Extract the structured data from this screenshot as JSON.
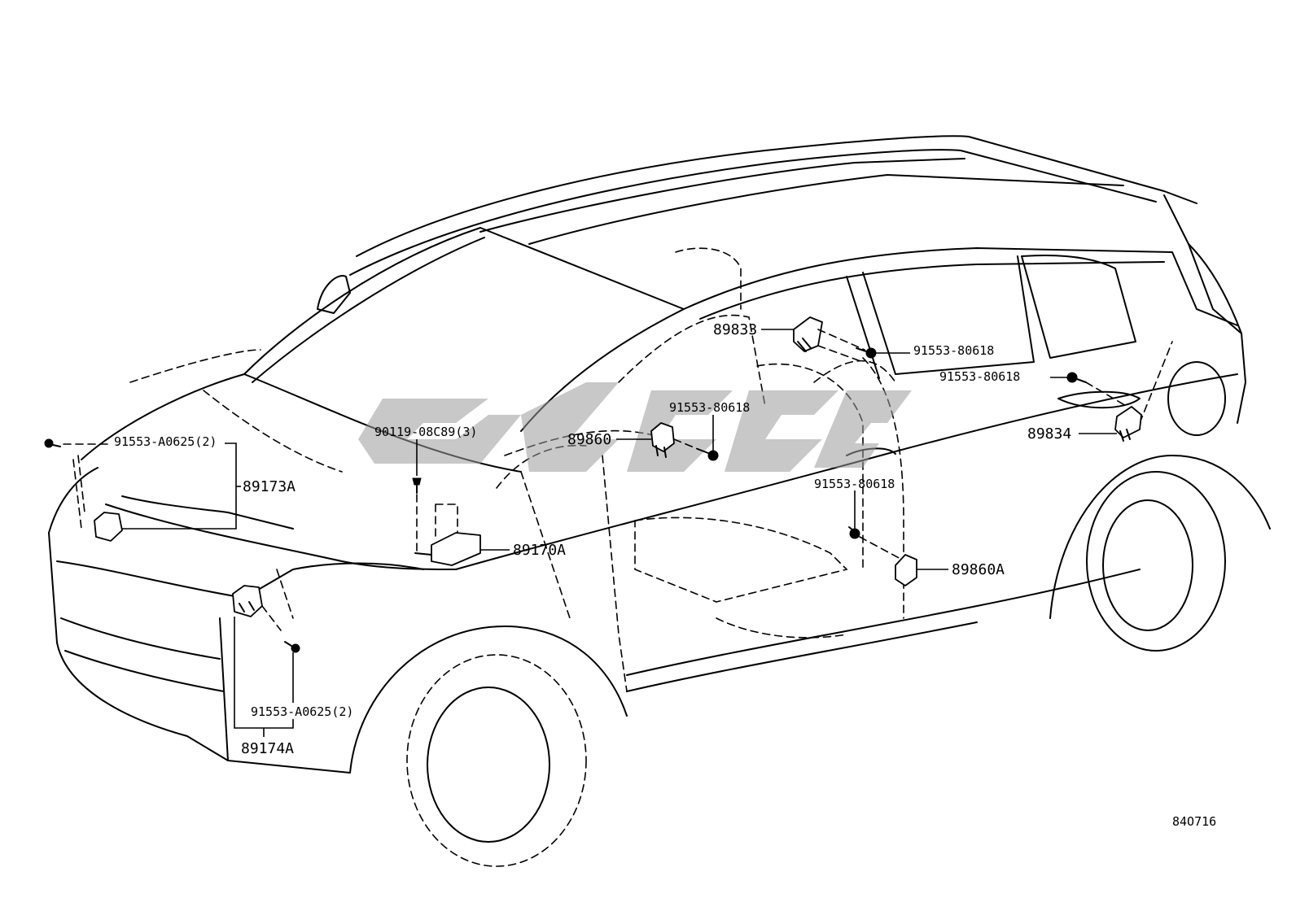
{
  "parts": {
    "p89833": "89833",
    "p89834": "89834",
    "p89860": "89860",
    "p89860A": "89860A",
    "p89170A": "89170A",
    "p89173A": "89173A",
    "p89174A": "89174A"
  },
  "fasteners": {
    "bolt_80618_top": "91553-80618",
    "bolt_80618_rear": "91553-80618",
    "bolt_80618_center": "91553-80618",
    "bolt_80618_lower": "91553-80618",
    "bolt_a0625_front": "91553-A0625(2)",
    "bolt_a0625_lower": "91553-A0625(2)",
    "screw_08c89": "90119-08C89(3)"
  },
  "diagram_code": "84O716"
}
